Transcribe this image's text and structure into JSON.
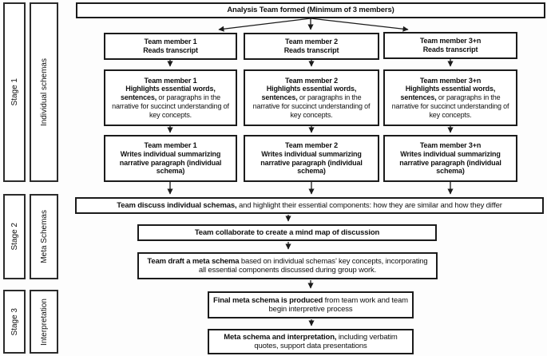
{
  "sidebar": {
    "stages": [
      {
        "stage": "Stage 1",
        "label": "Individual schemas"
      },
      {
        "stage": "Stage 2",
        "label": "Meta Schemas"
      },
      {
        "stage": "Stage 3",
        "label": "Interpretation"
      }
    ]
  },
  "flow": {
    "top_box": "Analysis Team formed (Minimum of 3 members)",
    "columns": [
      {
        "read_title": "Team member 1",
        "read_sub": "Reads transcript",
        "highlight_title": "Team member 1",
        "highlight_segments": [
          {
            "t": "Highlights essential words, sentences,",
            "b": true
          },
          {
            "t": " or paragraphs in the narrative for succinct understanding of key concepts.",
            "b": false
          }
        ],
        "write_title": "Team member 1",
        "write_segments": [
          {
            "t": "Writes individual summarizing narrative paragraph (individual schema)",
            "b": true
          }
        ]
      },
      {
        "read_title": "Team member 2",
        "read_sub": "Reads transcript",
        "highlight_title": "Team member 2",
        "highlight_segments": [
          {
            "t": "Highlights essential words, sentences,",
            "b": true
          },
          {
            "t": " or paragraphs in the narrative for succinct understanding of key concepts.",
            "b": false
          }
        ],
        "write_title": "Team member 2",
        "write_segments": [
          {
            "t": "Writes individual summarizing narrative paragraph (individual schema)",
            "b": true
          }
        ]
      },
      {
        "read_title": "Team member 3+n",
        "read_sub": "Reads transcript",
        "highlight_title": "Team member 3+n",
        "highlight_segments": [
          {
            "t": "Highlights essential words, sentences,",
            "b": true
          },
          {
            "t": " or paragraphs in the narrative for succinct understanding of key concepts.",
            "b": false
          }
        ],
        "write_title": "Team member 3+n",
        "write_segments": [
          {
            "t": "Writes individual summarizing narrative paragraph (individual schema)",
            "b": true
          }
        ]
      }
    ],
    "discuss_segments": [
      {
        "t": "Team discuss individual schemas,",
        "b": true
      },
      {
        "t": " and highlight their essential components:  how they are similar and how they differ",
        "b": false
      }
    ],
    "mindmap_box": "Team collaborate to create a mind map of discussion",
    "draft_segments": [
      {
        "t": "Team draft a meta schema",
        "b": true
      },
      {
        "t": " based on individual schemas’ key concepts, incorporating all essential components discussed during group work.",
        "b": false
      }
    ],
    "final_segments": [
      {
        "t": "Final meta schema is produced",
        "b": true
      },
      {
        "t": " from team work and team begin interpretive process",
        "b": false
      }
    ],
    "interpret_segments": [
      {
        "t": "Meta schema and interpretation,",
        "b": true
      },
      {
        "t": " including verbatim quotes, support data presentations",
        "b": false
      }
    ]
  }
}
